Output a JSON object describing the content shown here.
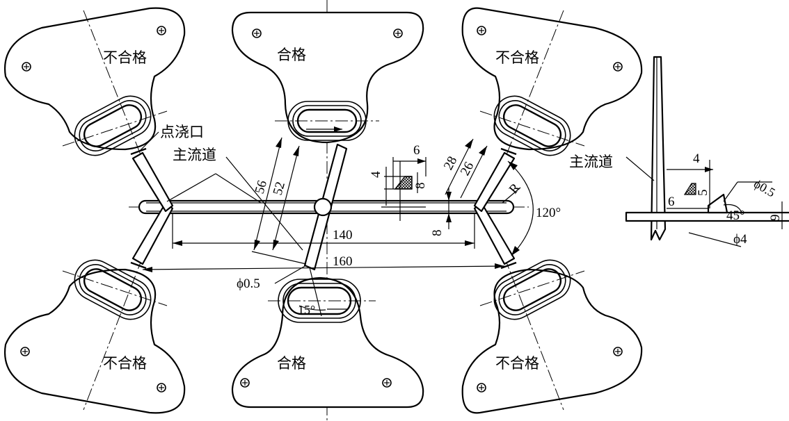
{
  "labels": {
    "reject": "不合格",
    "accept": "合格",
    "point_gate": "点浇口",
    "main_runner": "主流道"
  },
  "dimensions": {
    "d56": "56",
    "d52": "52",
    "d140": "140",
    "d160": "160",
    "d6": "6",
    "d4": "4",
    "d8": "8",
    "d28": "28",
    "d26": "26",
    "dR": "R",
    "a120": "120°",
    "dphi05": "ϕ0.5",
    "a15": "15°",
    "d8b": "8",
    "s4": "4",
    "s5": "5",
    "s6": "6",
    "sphi05": "ϕ0.5",
    "a45": "45°",
    "s9": "9",
    "sphi4": "ϕ4"
  }
}
